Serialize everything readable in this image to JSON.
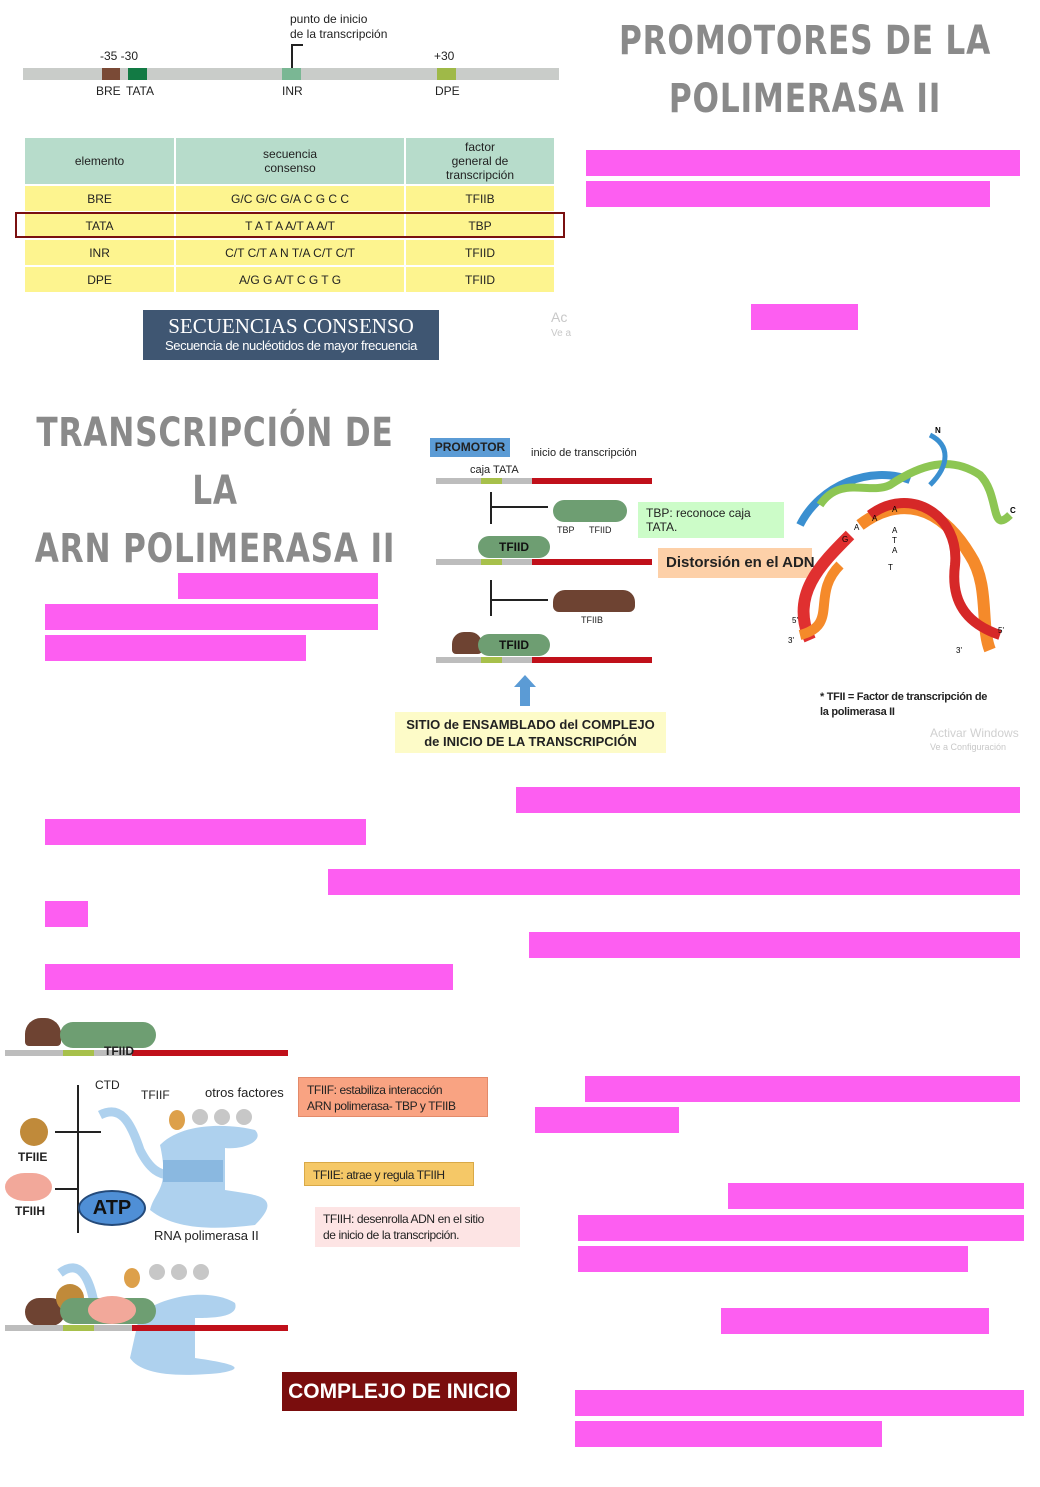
{
  "promoter_map": {
    "caption": [
      "punto de inicio",
      "de la transcripción"
    ],
    "positions": [
      "-35 -30",
      "+30"
    ],
    "elements": [
      "BRE",
      "TATA",
      "INR",
      "DPE"
    ]
  },
  "consensus_table": {
    "headers": [
      "elemento",
      "secuencia consenso",
      "factor general de transcripción"
    ],
    "rows": [
      [
        "BRE",
        "G/C G/C G/A C G C C",
        "TFIIB"
      ],
      [
        "TATA",
        "T A T A A/T A A/T",
        "TBP"
      ],
      [
        "INR",
        "C/T C/T A N T/A C/T C/T",
        "TFIID"
      ],
      [
        "DPE",
        "A/G G A/T C G T G",
        "TFIID"
      ]
    ],
    "highlighted_row": "TATA"
  },
  "consensus_banner": {
    "title": "SECUENCIAS CONSENSO",
    "subtitle": "Secuencia de nucléotidos de mayor frecuencia"
  },
  "watermark_1": [
    "Ac",
    "Ve a"
  ],
  "heading_1": [
    "PROMOTORES DE LA",
    "POLIMERASA II"
  ],
  "heading_2": [
    "TRANSCRIPCIÓN DE LA",
    "ARN POLIMERASA II"
  ],
  "assembly_diagram": {
    "promotor_label": "PROMOTOR",
    "start_label": "inicio de transcripción",
    "tata_label": "caja TATA",
    "tbp": "TBP",
    "tfiid": "TFIID",
    "tfiib": "TFIIB",
    "site_label": [
      "SITIO de ENSAMBLADO del COMPLEJO",
      "de INICIO DE LA TRANSCRIPCIÓN"
    ]
  },
  "tbp_note": [
    "TBP: reconoce caja",
    "TATA."
  ],
  "distortion_label": "Distorsión en el ADN",
  "structure_labels": {
    "n": "N",
    "c": "C",
    "bases": [
      "A",
      "A",
      "A",
      "G",
      "A",
      "T",
      "A",
      "T"
    ],
    "ends": [
      "5'",
      "3'",
      "5'",
      "3'"
    ]
  },
  "tfii_note": [
    "* TFII = Factor de transcripción de",
    "la polimerasa II"
  ],
  "watermark_2": [
    "Activar Windows",
    "Ve a Configuración"
  ],
  "initiation_diagram": {
    "tfiid": "TFIID",
    "ctd": "CTD",
    "tfiif": "TFIIF",
    "otros": "otros factores",
    "tfiie": "TFIIE",
    "tfiih": "TFIIH",
    "atp": "ATP",
    "rna_pol": "RNA polimerasa II"
  },
  "notes": {
    "tfiif": [
      "TFIIF: estabiliza interacción",
      "ARN polimerasa- TBP y TFIIB"
    ],
    "tfiie": "TFIIE: atrae y regula TFIIH",
    "tfiih": [
      "TFIIH: desenrolla ADN en el sitio",
      "de inicio de la transcripción."
    ]
  },
  "complex_banner": "COMPLEJO DE INICIO",
  "colors": {
    "highlight": "#fd5ef1",
    "banner_blue": "#3f5672",
    "banner_red": "#7a0d0d"
  }
}
